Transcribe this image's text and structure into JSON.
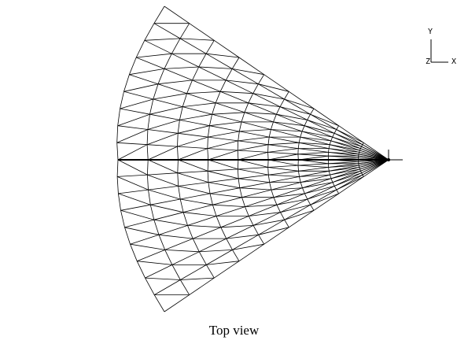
{
  "figure": {
    "caption": "Top view",
    "triad": {
      "y_label": "Y",
      "z_label": "Z",
      "x_label": "X"
    },
    "line_color": "#000000",
    "background": "#ffffff"
  }
}
